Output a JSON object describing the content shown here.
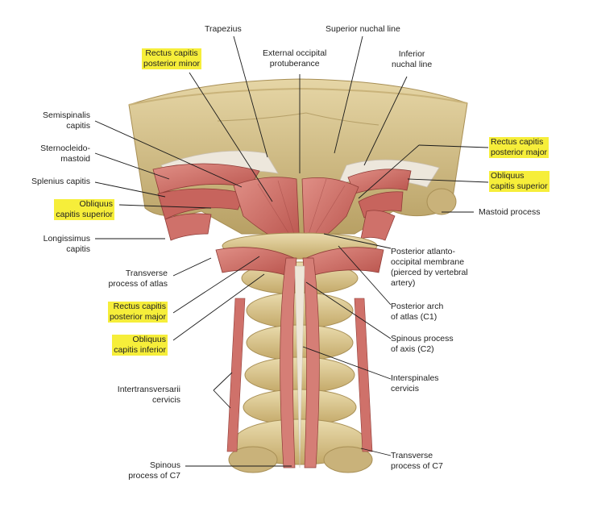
{
  "labels": {
    "trapezius": [
      "Trapezius"
    ],
    "superior_nuchal_line": [
      "Superior nuchal line"
    ],
    "rectus_capitis_posterior_minor": [
      "Rectus capitis",
      "posterior minor"
    ],
    "external_occipital_protuberance": [
      "External occipital",
      "protuberance"
    ],
    "inferior_nuchal_line": [
      "Inferior",
      "nuchal line"
    ],
    "semispinalis_capitis": [
      "Semispinalis",
      "capitis"
    ],
    "sternocleidomastoid": [
      "Sternocleido-",
      "mastoid"
    ],
    "splenius_capitis": [
      "Splenius capitis"
    ],
    "obliquus_capitis_superior_left": [
      "Obliquus",
      "capitis superior"
    ],
    "longissimus_capitis": [
      "Longissimus",
      "capitis"
    ],
    "transverse_process_of_atlas": [
      "Transverse",
      "process of atlas"
    ],
    "rectus_capitis_posterior_major_left": [
      "Rectus capitis",
      "posterior major"
    ],
    "obliquus_capitis_inferior": [
      "Obliquus",
      "capitis inferior"
    ],
    "intertransversarii_cervicis": [
      "Intertransversarii",
      "cervicis"
    ],
    "spinous_process_of_c7": [
      "Spinous",
      "process of C7"
    ],
    "rectus_capitis_posterior_major_right": [
      "Rectus capitis",
      "posterior major"
    ],
    "obliquus_capitis_superior_right": [
      "Obliquus",
      "capitis superior"
    ],
    "mastoid_process": [
      "Mastoid process"
    ],
    "posterior_atlanto_occipital_membrane": [
      "Posterior atlanto-",
      "occipital membrane",
      "(pierced by vertebral",
      "artery)"
    ],
    "posterior_arch_of_atlas": [
      "Posterior arch",
      "of atlas (C1)"
    ],
    "spinous_process_of_axis": [
      "Spinous process",
      "of axis (C2)"
    ],
    "interspinales_cervicis": [
      "Interspinales",
      "cervicis"
    ],
    "transverse_process_of_c7": [
      "Transverse",
      "process of C7"
    ]
  },
  "colors": {
    "highlight": "#f6ee3a",
    "bone": "#d9c58e",
    "bone_shadow": "#b49a5c",
    "muscle": "#d0716a",
    "muscle_dark": "#a84a45",
    "tendon": "#ece6dc",
    "leader_line": "#1a1a1a"
  }
}
